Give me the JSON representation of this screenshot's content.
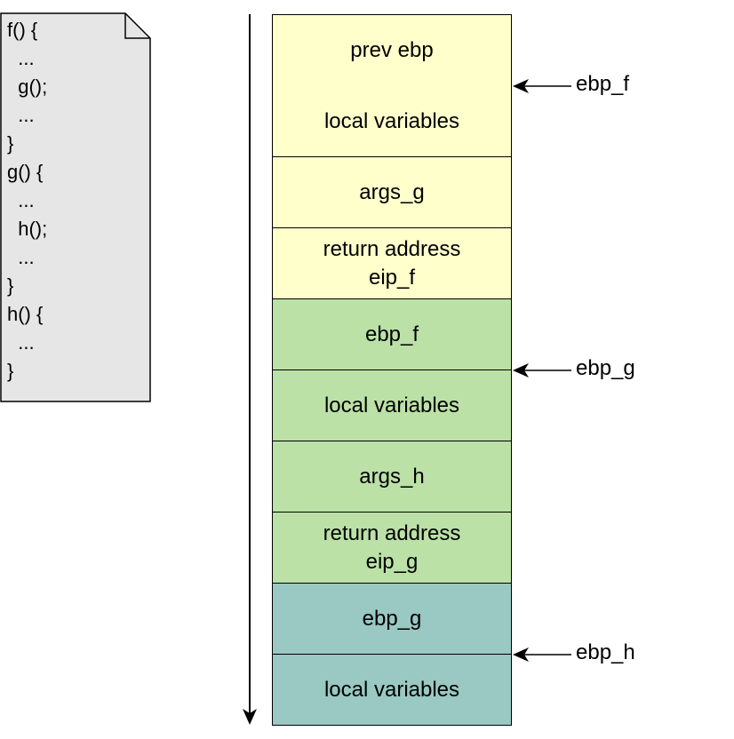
{
  "code": {
    "lines": [
      "f() {",
      "  ...",
      "  g();",
      "  ...",
      "}",
      "g() {",
      "  ...",
      "  h();",
      "  ...",
      "}",
      "h() {",
      "  ...",
      "}"
    ]
  },
  "stack": {
    "cells": [
      {
        "lines": [
          "prev ebp"
        ],
        "color": "#ffffcc"
      },
      {
        "lines": [
          "local variables"
        ],
        "color": "#ffffcc"
      },
      {
        "lines": [
          "args_g"
        ],
        "color": "#ffffcc"
      },
      {
        "lines": [
          "return address",
          "eip_f"
        ],
        "color": "#ffffcc"
      },
      {
        "lines": [
          "ebp_f"
        ],
        "color": "#bbe1a7"
      },
      {
        "lines": [
          "local variables"
        ],
        "color": "#bbe1a7"
      },
      {
        "lines": [
          "args_h"
        ],
        "color": "#bbe1a7"
      },
      {
        "lines": [
          "return address",
          "eip_g"
        ],
        "color": "#bbe1a7"
      },
      {
        "lines": [
          "ebp_g"
        ],
        "color": "#9ac8c2"
      },
      {
        "lines": [
          "local variables"
        ],
        "color": "#9ac8c2"
      }
    ]
  },
  "pointers": [
    {
      "label": "ebp_f",
      "at_boundary": 1
    },
    {
      "label": "ebp_g",
      "at_boundary": 5
    },
    {
      "label": "ebp_h",
      "at_boundary": 9
    }
  ]
}
